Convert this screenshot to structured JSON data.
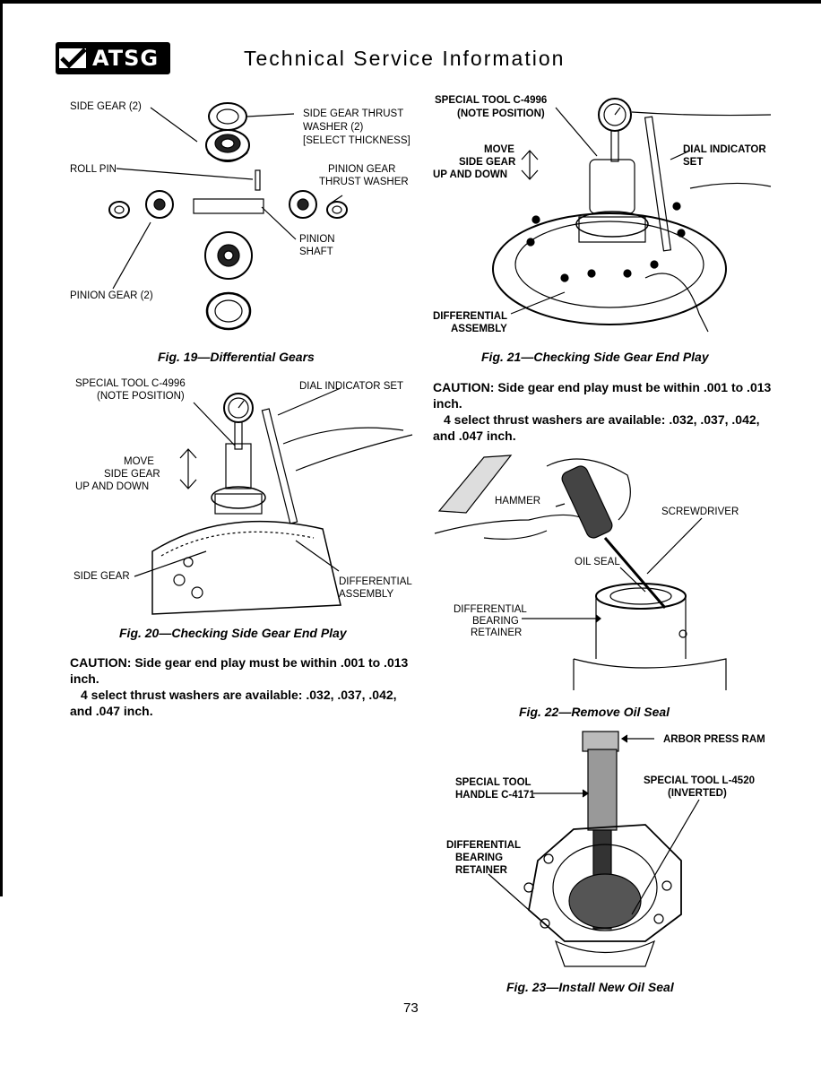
{
  "header": {
    "logo_text": "ATSG",
    "title": "Technical Service Information"
  },
  "fig19": {
    "labels": {
      "side_gear": "SIDE GEAR (2)",
      "thrust_washer": [
        "SIDE GEAR THRUST",
        "WASHER (2)",
        "[SELECT THICKNESS]"
      ],
      "roll_pin": "ROLL PIN",
      "pinion_thrust": [
        "PINION GEAR",
        "THRUST WASHER"
      ],
      "pinion_shaft": [
        "PINION",
        "SHAFT"
      ],
      "pinion_gear": "PINION GEAR (2)"
    },
    "caption": "Fig. 19—Differential Gears"
  },
  "fig20": {
    "labels": {
      "special_tool": [
        "SPECIAL TOOL C-4996",
        "(NOTE POSITION)"
      ],
      "dial_indicator": "DIAL INDICATOR SET",
      "move": [
        "MOVE",
        "SIDE GEAR",
        "UP AND DOWN"
      ],
      "side_gear": "SIDE GEAR",
      "diff_assembly": [
        "DIFFERENTIAL",
        "ASSEMBLY"
      ]
    },
    "caption": "Fig. 20—Checking Side Gear End Play"
  },
  "caution_left": {
    "line1": "CAUTION: Side gear end play must be within .001 to .013 inch.",
    "line2": "4 select thrust washers are available: .032, .037, .042, and .047 inch."
  },
  "fig21": {
    "labels": {
      "special_tool": [
        "SPECIAL TOOL C-4996",
        "(NOTE POSITION)"
      ],
      "move": [
        "MOVE",
        "SIDE GEAR",
        "UP AND DOWN"
      ],
      "dial_indicator": [
        "DIAL INDICATOR",
        "SET"
      ],
      "diff_assembly": [
        "DIFFERENTIAL",
        "ASSEMBLY"
      ]
    },
    "caption": "Fig. 21—Checking Side Gear End Play"
  },
  "caution_right": {
    "line1": "CAUTION: Side gear end play must be within .001 to .013 inch.",
    "line2": "4 select thrust washers are available: .032, .037, .042, and .047 inch."
  },
  "fig22": {
    "labels": {
      "hammer": "HAMMER",
      "screwdriver": "SCREWDRIVER",
      "oil_seal": "OIL SEAL",
      "bearing_retainer": [
        "DIFFERENTIAL",
        "BEARING",
        "RETAINER"
      ]
    },
    "caption": "Fig. 22—Remove Oil Seal"
  },
  "fig23": {
    "labels": {
      "arbor": "ARBOR PRESS RAM",
      "tool_handle": [
        "SPECIAL TOOL",
        "HANDLE C-4171"
      ],
      "tool_l4520": [
        "SPECIAL TOOL L-4520",
        "(INVERTED)"
      ],
      "bearing_retainer": [
        "DIFFERENTIAL",
        "BEARING",
        "RETAINER"
      ]
    },
    "caption": "Fig. 23—Install New Oil Seal"
  },
  "page_number": "73",
  "icons": [
    "atsg-checkmark-logo-icon",
    "dial-gauge-icon",
    "gear-icon",
    "hammer-icon",
    "screwdriver-icon",
    "up-down-arrow-icon"
  ]
}
